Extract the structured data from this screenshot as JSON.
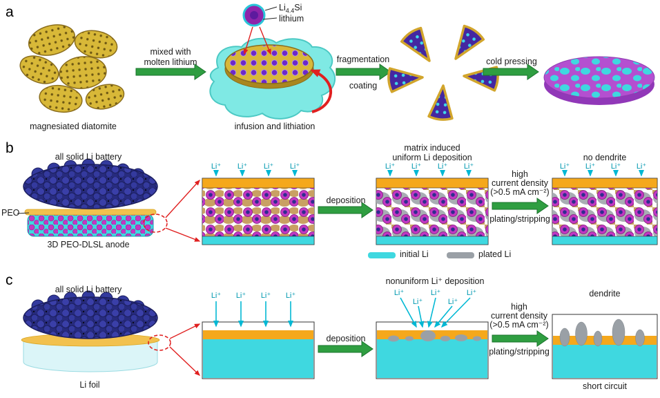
{
  "colors": {
    "arrow_green": "#2f9e41",
    "initial_li_cyan": "#3fd8e0",
    "plated_li_gray": "#9aa0a6",
    "peo_layer_orange": "#f5a81c",
    "particle_magenta": "#c238c2",
    "lithium_core_navy": "#2e2e8f",
    "diatomite_gold": "#d8b838",
    "highlight_red": "#e02020",
    "li_ion_teal": "#0098b0"
  },
  "panel_a": {
    "label": "a",
    "diatomite_caption": "magnesiated diatomite",
    "arrow1_line1": "mixed with",
    "arrow1_line2": "molten lithium",
    "callout_li44si_prefix": "Li",
    "callout_li44si_sub": "4.4",
    "callout_li44si_suffix": "Si",
    "callout_lithium": "lithium",
    "infusion_caption": "infusion and lithiation",
    "arrow2_top": "fragmentation",
    "arrow2_bottom": "coating",
    "arrow3_label": "cold pressing"
  },
  "panel_b": {
    "label": "b",
    "battery_caption": "all solid Li battery",
    "peo_label": "PEO",
    "anode_caption": "3D PEO-DLSL anode",
    "li_ion": "Li⁺",
    "deposition_label": "deposition",
    "mid_title_line1": "matrix induced",
    "mid_title_line2": "uniform Li deposition",
    "hcd_line1": "high",
    "hcd_line2": "current density",
    "hcd_line3": "(>0.5 mA cm⁻²)",
    "plating_label": "plating/stripping",
    "right_title": "no dendrite",
    "legend_initial": "initial Li",
    "legend_plated": "plated Li"
  },
  "panel_c": {
    "label": "c",
    "battery_caption": "all solid Li battery",
    "foil_caption": "Li foil",
    "li_ion": "Li⁺",
    "deposition_label": "deposition",
    "mid_title": "nonuniform Li⁺ deposition",
    "hcd_line1": "high",
    "hcd_line2": "current density",
    "hcd_line3": "(>0.5 mA cm⁻²)",
    "plating_label": "plating/stripping",
    "right_title": "dendrite",
    "short_circuit_caption": "short circuit"
  }
}
